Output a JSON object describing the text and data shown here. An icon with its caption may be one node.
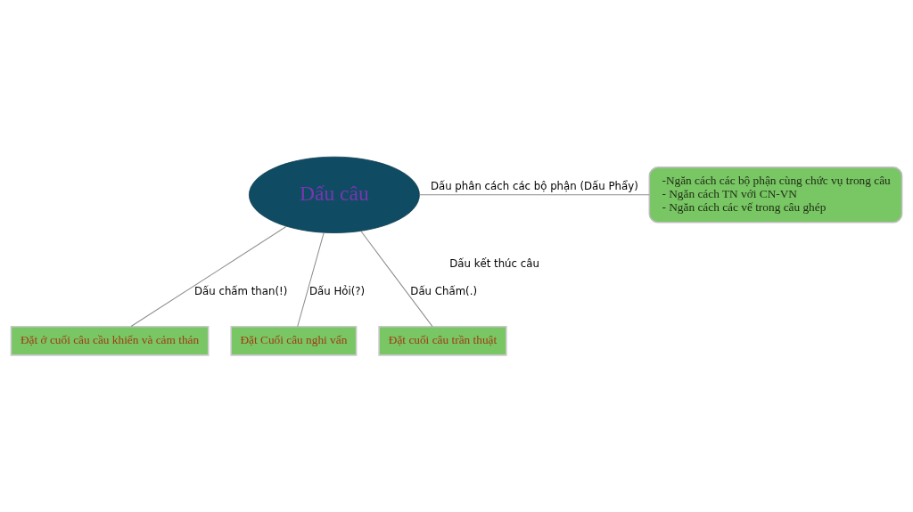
{
  "diagram": {
    "nodes": [
      {
        "text": [
          "Dấu câu"
        ]
      },
      {
        "text": [
          "-Ngăn cách các bộ phận cùng chức vụ trong câu",
          "- Ngăn cách TN với CN-VN",
          "- Ngăn cách các vế trong câu ghép"
        ]
      },
      {
        "text": [
          "Đặt ở cuối câu cầu khiến và cảm thán"
        ]
      },
      {
        "text": [
          "Đặt Cuối câu nghi vấn"
        ]
      },
      {
        "text": [
          "Đặt cuối câu trần thuật"
        ]
      }
    ],
    "edges": [
      {
        "from": 0,
        "to": 1,
        "arrow": "none",
        "label": "Dấu phân cách các bộ phận (Dấu Phẩy)"
      },
      {
        "from": 0,
        "to": 2,
        "arrow": "none",
        "label": "Dấu chấm than(!)"
      },
      {
        "from": 0,
        "to": 3,
        "arrow": "none",
        "label": "Dấu Hỏi(?)"
      },
      {
        "from": 0,
        "to": 4,
        "arrow": "none",
        "label": "Dấu Chấm(.)"
      }
    ],
    "labels": [
      "Dấu kết thúc câu"
    ]
  }
}
